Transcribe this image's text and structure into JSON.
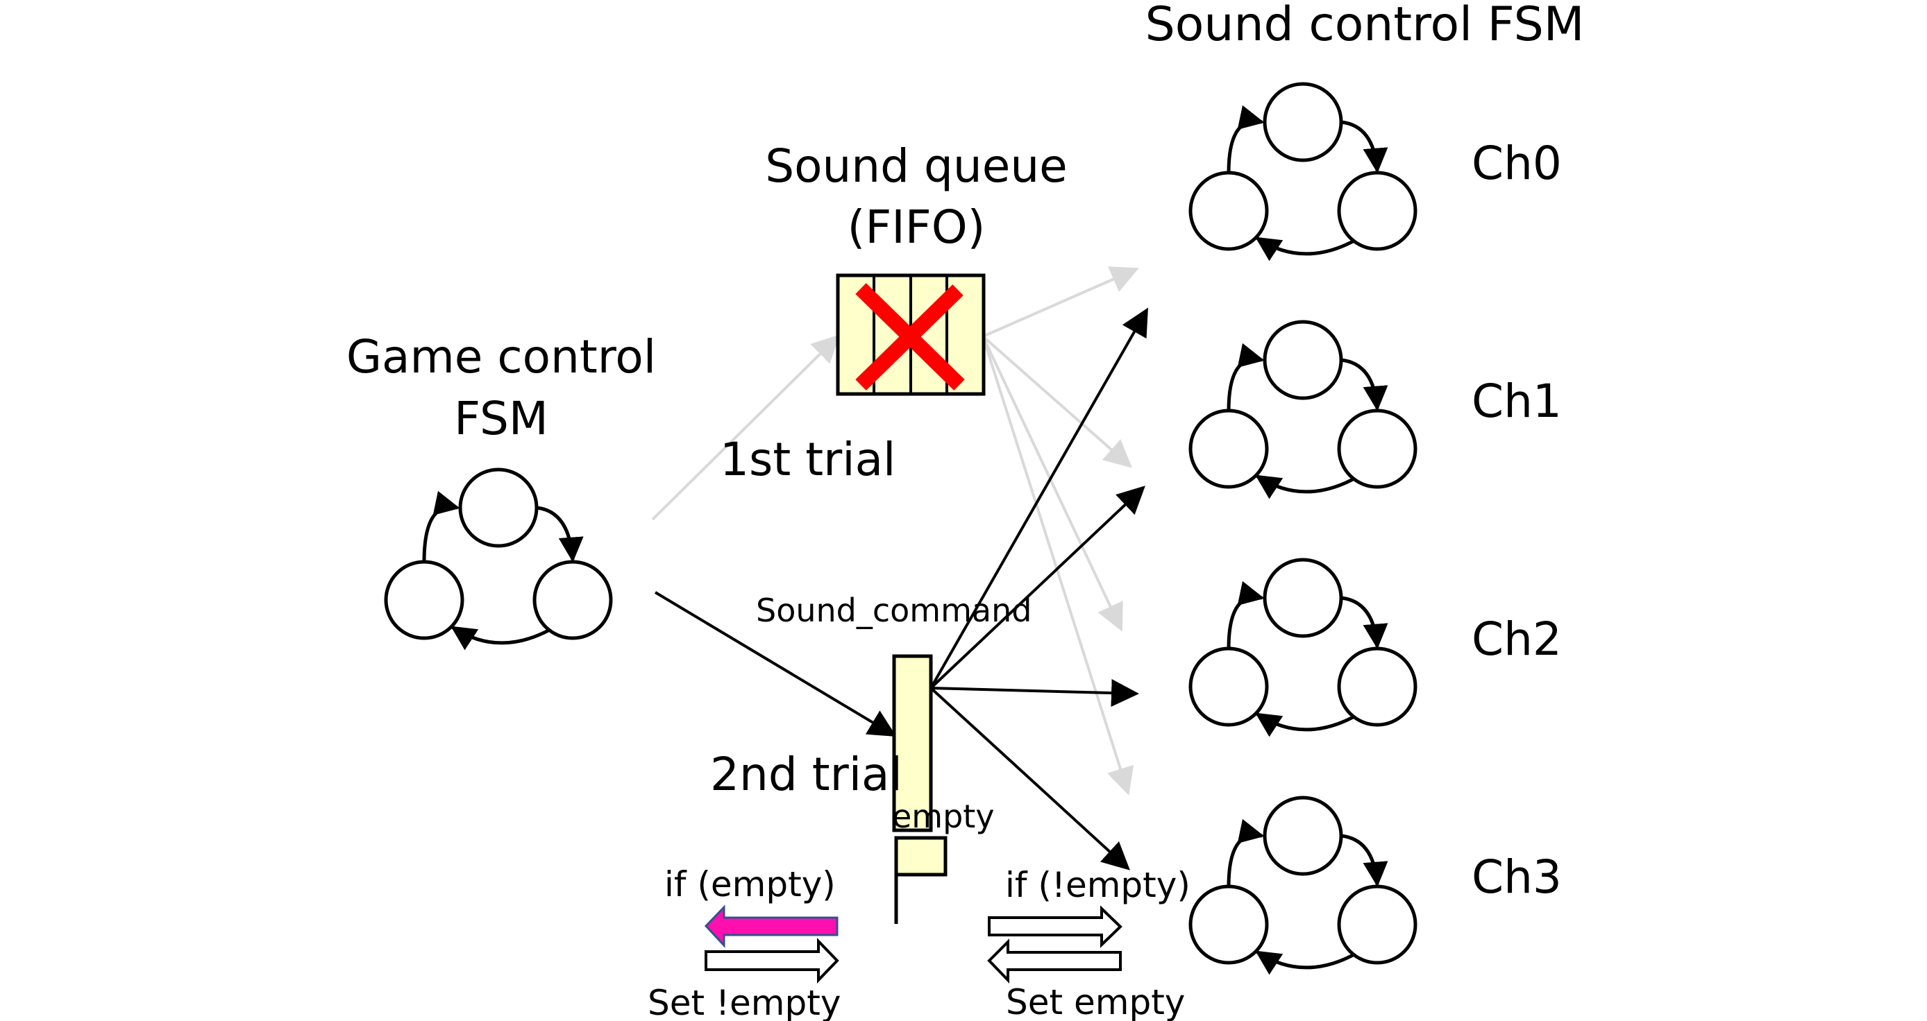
{
  "game_fsm": {
    "title_line1": "Game control",
    "title_line2": "FSM"
  },
  "sound_queue": {
    "title_line1": "Sound queue",
    "title_line2": "(FIFO)",
    "slots": 4,
    "status": "disabled (crossed out)"
  },
  "sound_command": {
    "label": "Sound_command"
  },
  "trials": {
    "first": "1st trial",
    "second": "2nd trial"
  },
  "flag": {
    "label": "empty"
  },
  "handshake": {
    "left_top": "if (empty)",
    "left_bottom": "Set !empty",
    "right_top": "if (!empty)",
    "right_bottom": "Set empty"
  },
  "sound_fsm": {
    "title": "Sound control FSM",
    "channels": [
      "Ch0",
      "Ch1",
      "Ch2",
      "Ch3"
    ]
  },
  "colors": {
    "box_fill": "#FFFFCC",
    "cross": "#FF0000",
    "inactive_path": "#D9D9D9",
    "active_path": "#000000",
    "highlight_arrow": "#FF0FAE",
    "highlight_arrow_stroke": "#2F528F"
  }
}
